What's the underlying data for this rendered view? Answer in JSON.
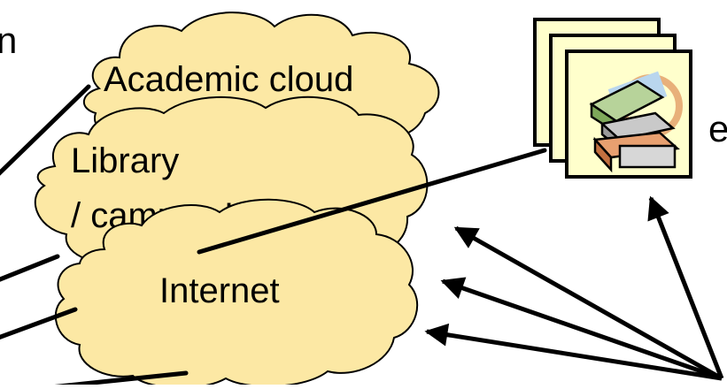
{
  "nodes": {
    "academic_cloud": {
      "label": "Academic cloud"
    },
    "library_lan": {
      "line1": "Library",
      "line2": "/ campus LAN"
    },
    "internet": {
      "label": "Internet"
    },
    "ebooks": {
      "label_fragment": "e"
    },
    "left_fragment": {
      "label_fragment": "n"
    }
  },
  "icons": {
    "ebooks_stack": "books-stack-icon"
  },
  "colors": {
    "cloud_fill": "#fce8a4",
    "cloud_stroke": "#000000",
    "frame_fill": "#ffffcc",
    "line": "#000000"
  }
}
